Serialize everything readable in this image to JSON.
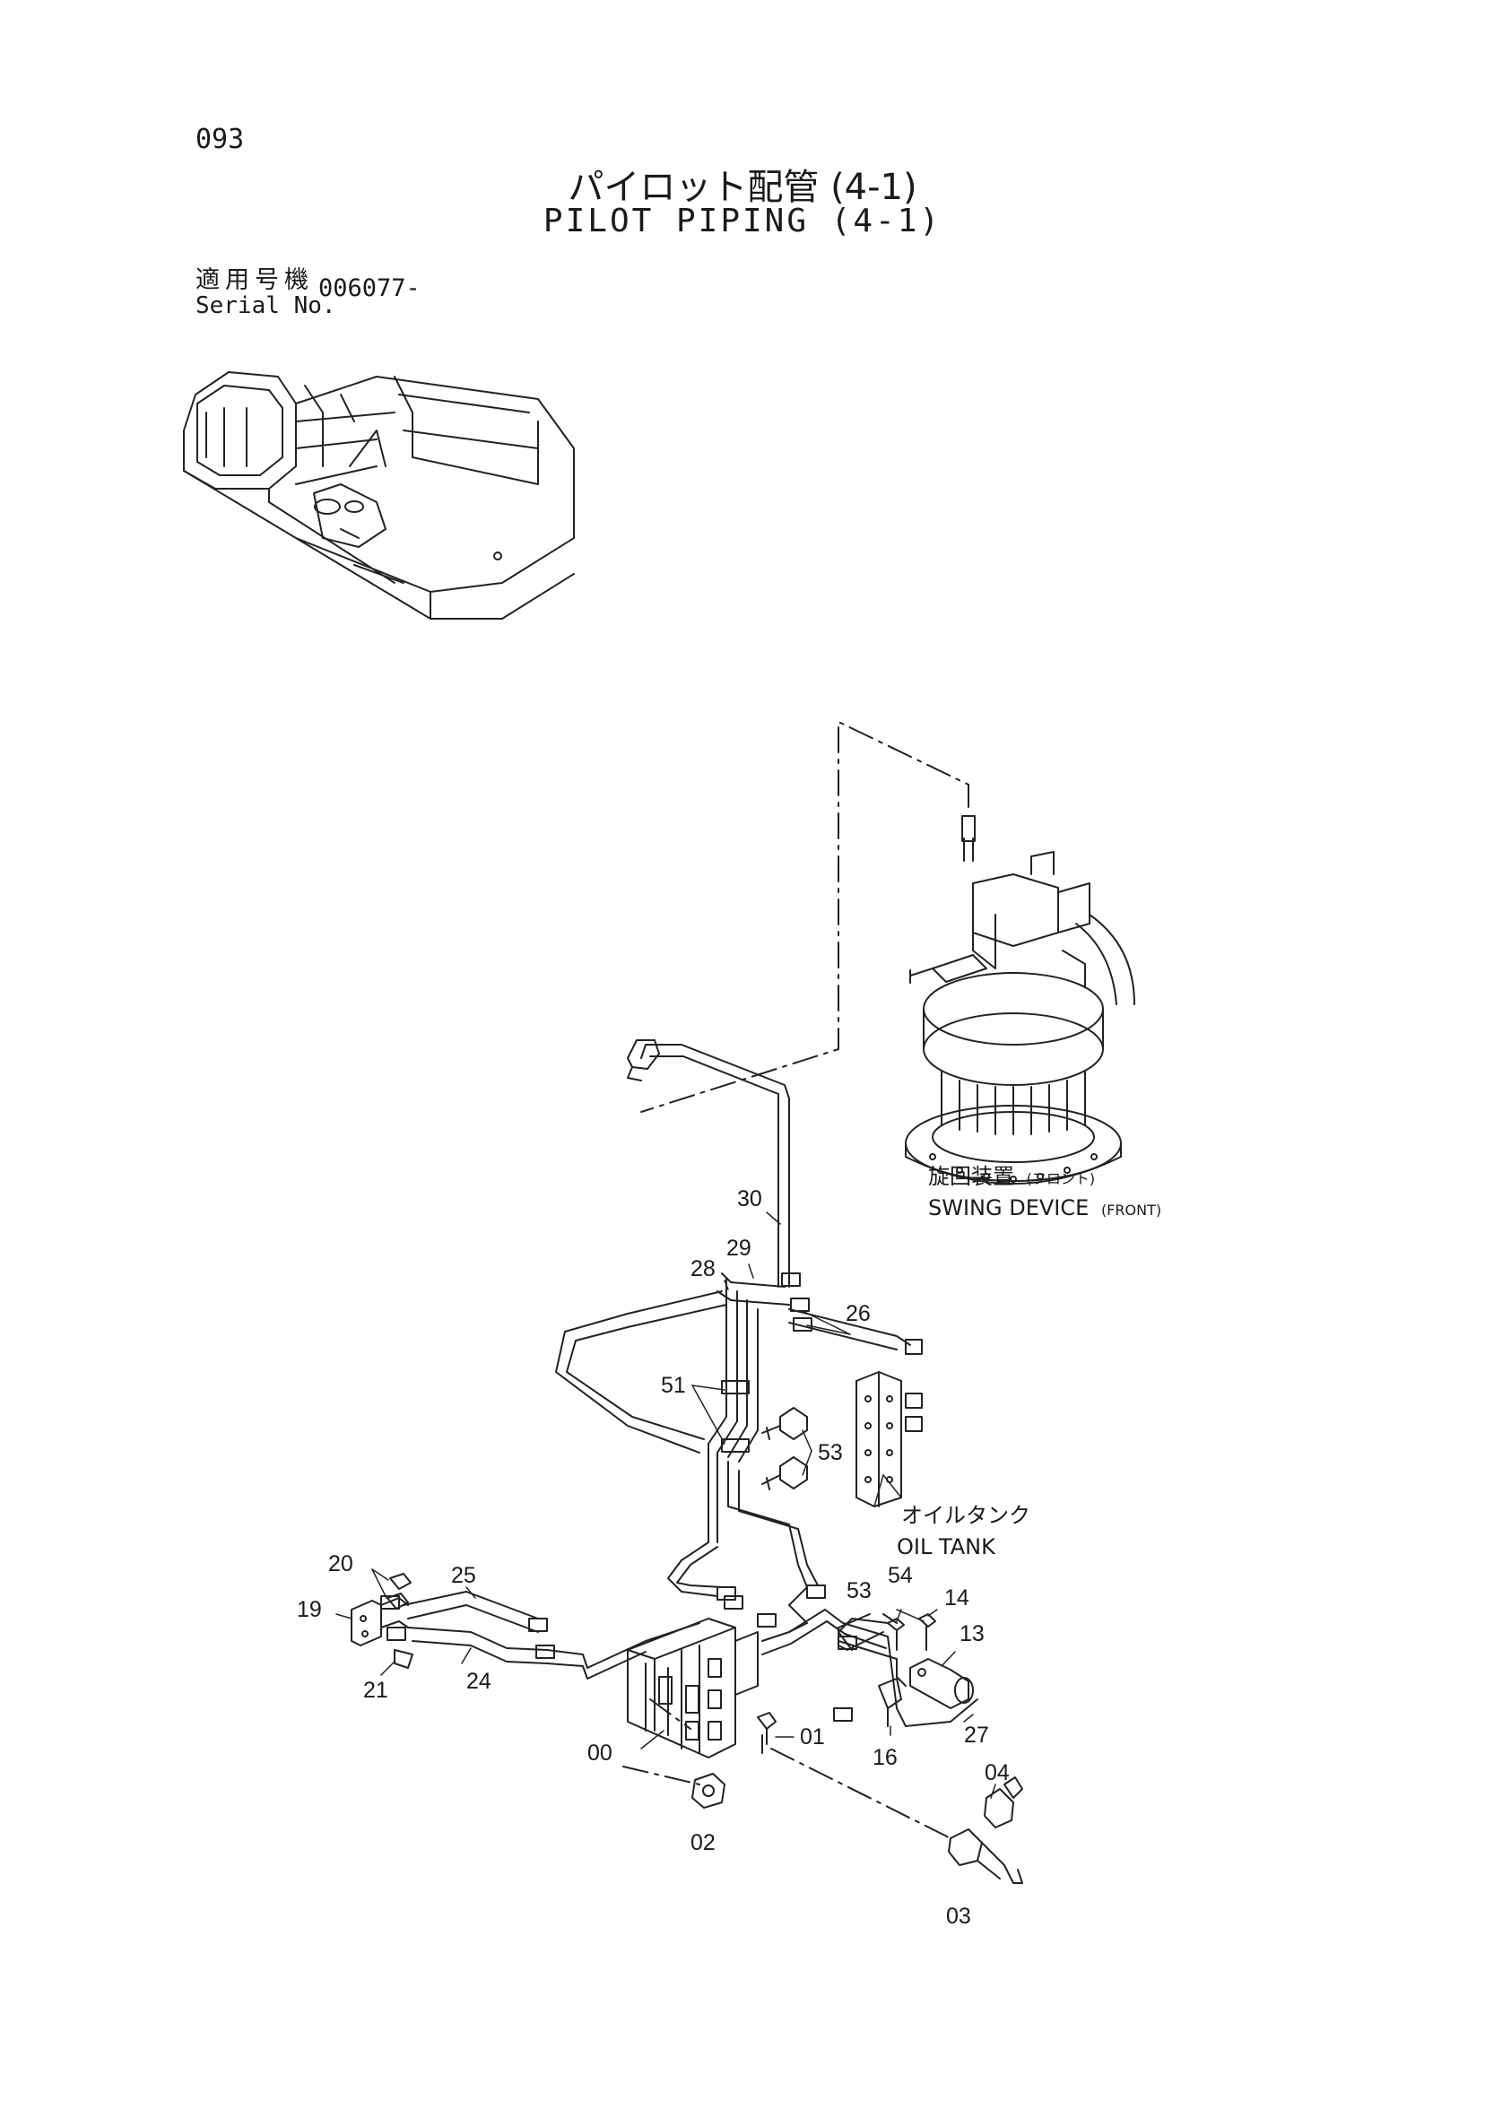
{
  "header": {
    "page_number": "093",
    "title_jp": "パイロット配管 (4-1)",
    "title_en": "PILOT PIPING (4-1)"
  },
  "serial": {
    "label_jp": "適用号機",
    "label_en": "Serial No.",
    "value": "006077-"
  },
  "annotations": {
    "swing_device_jp": "旋回装置",
    "swing_device_jp_sub": "(フロント)",
    "swing_device_en": "SWING DEVICE",
    "swing_device_en_sub": "(FRONT)",
    "oil_tank_jp": "オイルタンク",
    "oil_tank_en": "OIL TANK"
  },
  "callouts": [
    "30",
    "29",
    "28",
    "26",
    "51",
    "53",
    "20",
    "25",
    "19",
    "21",
    "24",
    "53",
    "54",
    "14",
    "13",
    "00",
    "01",
    "16",
    "27",
    "04",
    "02",
    "03"
  ]
}
